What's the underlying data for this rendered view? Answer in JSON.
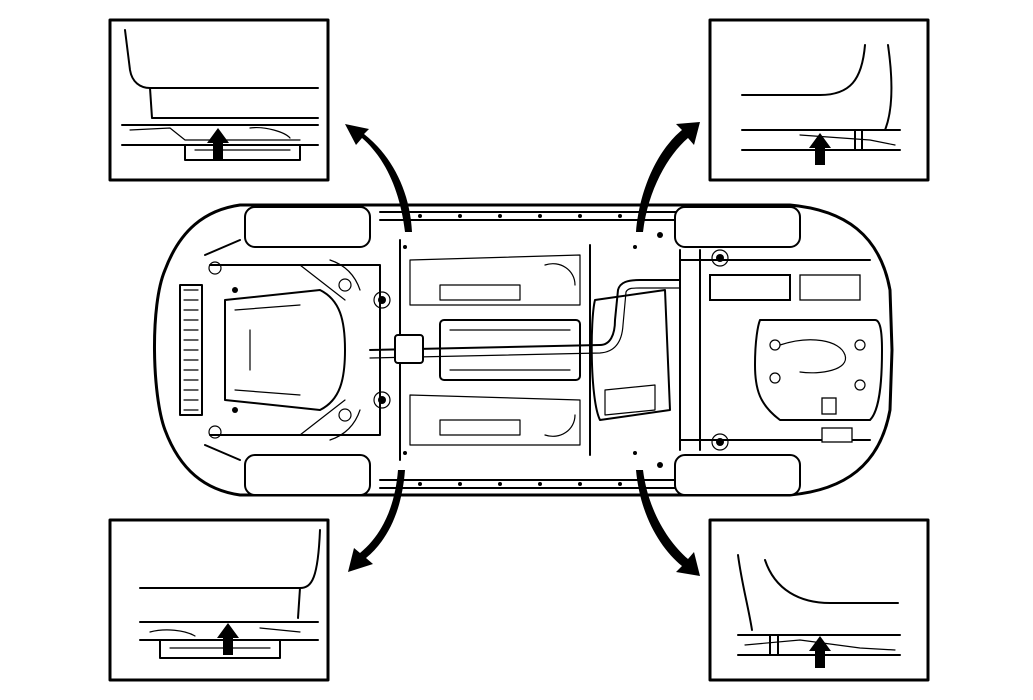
{
  "diagram": {
    "type": "vehicle-underbody-lift-points",
    "callouts": [
      {
        "id": "front-left",
        "indicator": "up-arrow"
      },
      {
        "id": "rear-left",
        "indicator": "up-arrow"
      },
      {
        "id": "front-right",
        "indicator": "up-arrow"
      },
      {
        "id": "rear-right",
        "indicator": "up-arrow"
      }
    ],
    "colors": {
      "line": "#000000",
      "background": "#ffffff"
    }
  }
}
